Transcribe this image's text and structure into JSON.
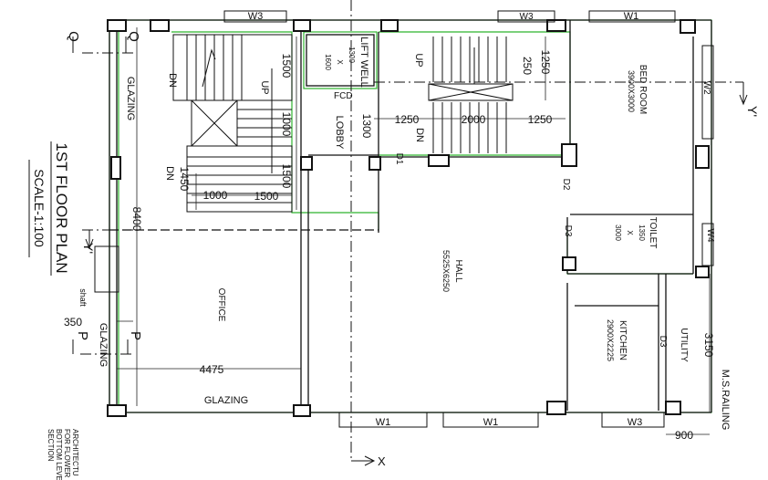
{
  "title": "1ST FLOOR PLAN",
  "scale": "SCALE-1:100",
  "side_note": [
    "ARCHITECTU",
    "FOR FLOWER",
    "BOTTOM LEVE",
    "SECTION"
  ],
  "section_marks": {
    "q_left": "Q",
    "q_right": "Q",
    "y_left": "Y'",
    "y_right": "Y'",
    "p_left": "P",
    "p_right": "P",
    "x_bottom": "X"
  },
  "rooms": {
    "office": "OFFICE",
    "hall": "HALL",
    "hall_size": "5525X6250",
    "bedroom": "BED ROOM",
    "bedroom_size": "3900X3000",
    "toilet": "TOILET",
    "toilet_size_a": "1350",
    "toilet_size_x": "X",
    "toilet_size_b": "3000",
    "kitchen": "KITCHEN",
    "kitchen_size": "2900X2225",
    "utility": "UTILITY",
    "lobby": "LOBBY",
    "lift_well": "LIFT WELL",
    "lift_a": "1300",
    "lift_x": "X",
    "lift_b": "1600",
    "fcd": "FCD",
    "shaft": "shaft"
  },
  "labels": {
    "glazing_left": "GLAZING",
    "glazing_lower": "GLAZING",
    "glazing_bottom": "GLAZING",
    "ms_railing": "M.S.RAILING"
  },
  "windows": {
    "w3_top_left": "W3",
    "w3_top_mid": "W3",
    "w1_top_right": "W1",
    "w2": "W2",
    "w4": "W4",
    "w1_bottom_a": "W1",
    "w1_bottom_b": "W1",
    "w3_bottom": "W3"
  },
  "doors": {
    "d1": "D1",
    "d2": "D2",
    "d3_toilet": "D3",
    "d3_kitchen": "D3"
  },
  "stairs": {
    "up_1": "UP",
    "up_2": "UP",
    "dn_1": "DN",
    "dn_2": "DN",
    "dn_3": "DN"
  },
  "dimensions": {
    "d1500_a": "1500",
    "d1000_a": "1000",
    "d1500_b": "1500",
    "d1450": "1450",
    "d1000_b": "1000",
    "d1500_c": "1500",
    "d1300": "1300",
    "d1250_a": "1250",
    "d2000": "2000",
    "d1250_b": "1250",
    "d1250_c": "1250",
    "d250": "250",
    "d8400": "8400",
    "d350": "350",
    "d4475": "4475",
    "d3150": "3150",
    "d900": "900"
  }
}
